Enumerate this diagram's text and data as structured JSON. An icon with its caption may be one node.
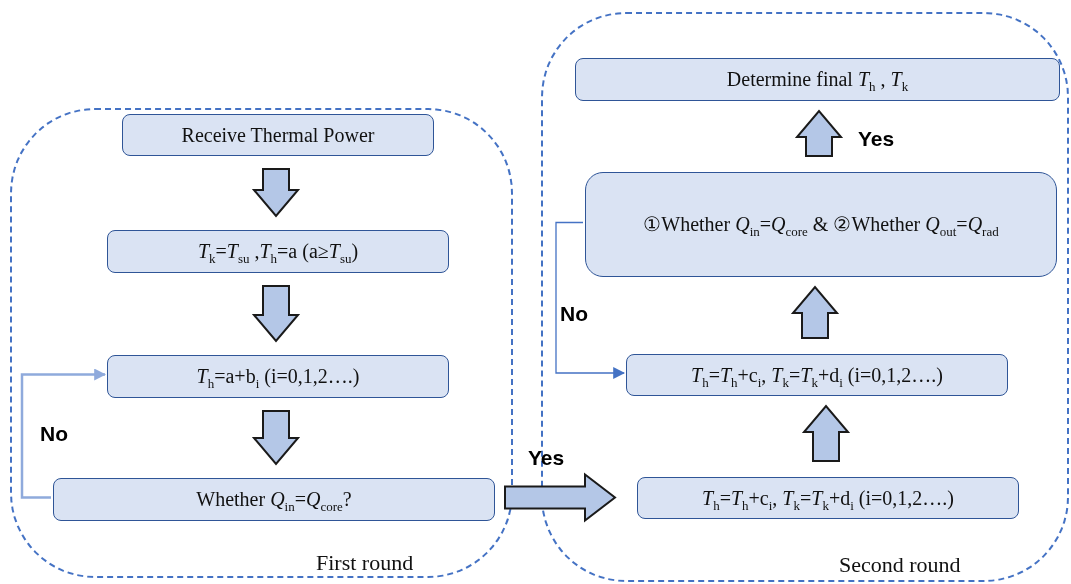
{
  "diagram": {
    "nodes": [
      {
        "text": [
          "First round"
        ]
      },
      {
        "text": [
          "Receive Thermal Power"
        ],
        "in": 0
      },
      {
        "text": [
          "*T*$_{k}$=*T*$_{su}$ ,*T*$_{h}$=a (a≥*T*$_{su}$)"
        ],
        "in": 0
      },
      {
        "text": [
          "*T*$_{h}$=a+b$_{i}$ (i=0,1,2….)"
        ],
        "in": 0
      },
      {
        "text": [
          "Whether *Q*$_{in}$=*Q*$_{core}$?"
        ],
        "in": 0
      },
      {
        "text": [
          "Second round"
        ]
      },
      {
        "text": [
          "Determine final *T*$_{h}$ , *T*$_{k}$"
        ],
        "in": 5
      },
      {
        "text": [
          "①Whether *Q*$_{in}$=*Q*$_{core}$ & ②Whether *Q*$_{out}$=*Q*$_{rad}$"
        ],
        "in": 5
      },
      {
        "text": [
          "*T*$_{h}$=*T*$_{h}$+c$_{i}$, *T*$_{k}$=*T*$_{k}$+d$_{i}$ (i=0,1,2….)"
        ],
        "in": 5
      },
      {
        "text": [
          "*T*$_{h}$=*T*$_{h}$+c$_{i}$, *T*$_{k}$=*T*$_{k}$+d$_{i}$ (i=0,1,2….)"
        ],
        "in": 5
      }
    ],
    "edges": [
      {
        "from": 1,
        "to": 2,
        "arrow": "to",
        "style": "thick"
      },
      {
        "from": 2,
        "to": 3,
        "arrow": "to",
        "style": "thick"
      },
      {
        "from": 3,
        "to": 4,
        "arrow": "to",
        "style": "thick"
      },
      {
        "from": 4,
        "to": 3,
        "arrow": "to",
        "label": "No",
        "color": "#8faadc"
      },
      {
        "from": 4,
        "to": 9,
        "arrow": "to",
        "label": "Yes",
        "style": "thick"
      },
      {
        "from": 9,
        "to": 8,
        "arrow": "to",
        "style": "thick"
      },
      {
        "from": 8,
        "to": 7,
        "arrow": "to",
        "style": "thick"
      },
      {
        "from": 7,
        "to": 8,
        "arrow": "to",
        "label": "No",
        "color": "#4472c4"
      },
      {
        "from": 7,
        "to": 6,
        "arrow": "to",
        "label": "Yes",
        "style": "thick"
      }
    ]
  }
}
